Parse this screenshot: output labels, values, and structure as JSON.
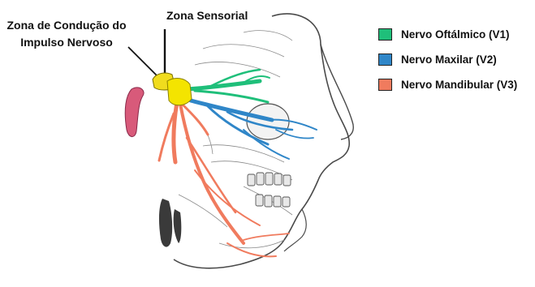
{
  "labels": {
    "conduction_zone_line1": "Zona de Condução do",
    "conduction_zone_line2": "Impulso Nervoso",
    "sensory_zone": "Zona Sensorial"
  },
  "legend": [
    {
      "label": "Nervo Oftálmico (V1)",
      "color": "#1fbf7a"
    },
    {
      "label": "Nervo Maxilar (V2)",
      "color": "#2f86c8"
    },
    {
      "label": "Nervo Mandibular (V3)",
      "color": "#f07b5e"
    }
  ],
  "colors": {
    "sensory_zone": "#f4e400",
    "conduction_zone": "#f0dc1e"
  }
}
